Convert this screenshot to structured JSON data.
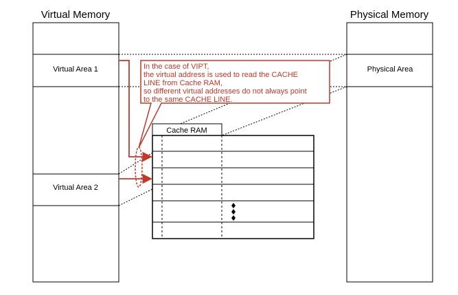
{
  "virtual_memory": {
    "title": "Virtual Memory",
    "areas": [
      {
        "label": "Virtual Area 1"
      },
      {
        "label": "Virtual Area 2"
      }
    ]
  },
  "physical_memory": {
    "title": "Physical  Memory",
    "area_label": "Physical Area"
  },
  "cache_ram": {
    "label": "Cache RAM"
  },
  "callout": {
    "lines": [
      "In the case of VIPT,",
      "the virtual address is used to read the CACHE",
      "LINE from Cache RAM,",
      "so different virtual addresses do not always point",
      "to the same CACHE LINE."
    ]
  },
  "colors": {
    "accent": "#c0392b",
    "line": "#000000"
  }
}
